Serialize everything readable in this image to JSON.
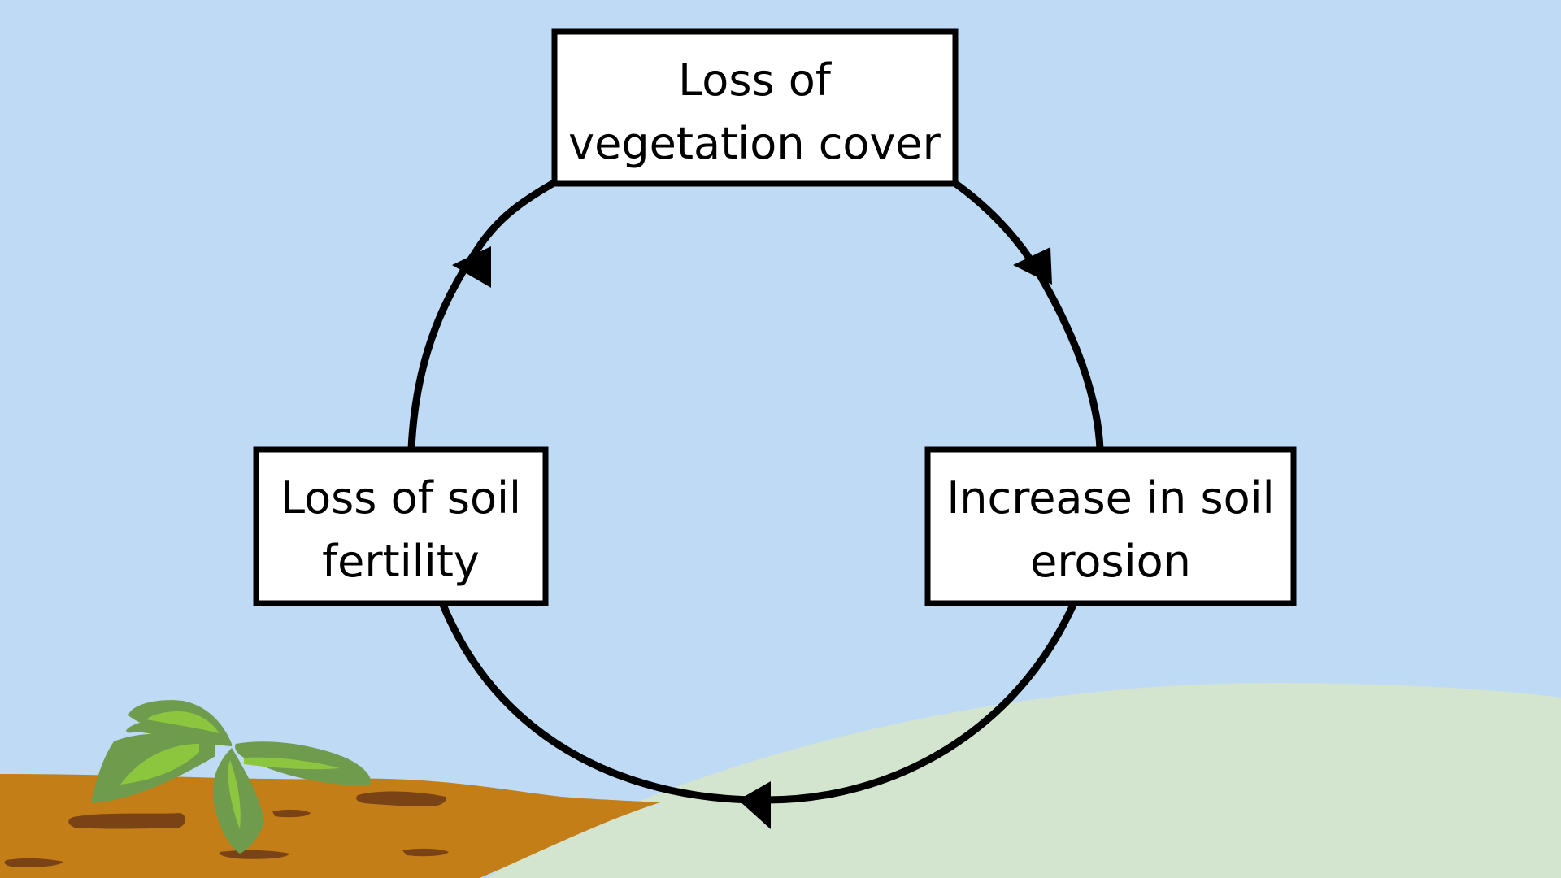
{
  "diagram": {
    "nodes": [
      {
        "id": "vegetation",
        "line1": "Loss of",
        "line2": "vegetation cover"
      },
      {
        "id": "erosion",
        "line1": "Increase in soil",
        "line2": "erosion"
      },
      {
        "id": "fertility",
        "line1": "Loss of soil",
        "line2": "fertility"
      }
    ],
    "edges": [
      {
        "from": "vegetation",
        "to": "erosion"
      },
      {
        "from": "erosion",
        "to": "fertility"
      },
      {
        "from": "fertility",
        "to": "vegetation"
      }
    ]
  },
  "colors": {
    "sky": "#bfdaf5",
    "hill": "#d3e4cf",
    "soil": "#c47e17",
    "soil_crack": "#7a4316",
    "leaf_dark": "#6e9b4c",
    "leaf_light": "#8cc63f",
    "box_fill": "#ffffff",
    "outline": "#000000"
  }
}
